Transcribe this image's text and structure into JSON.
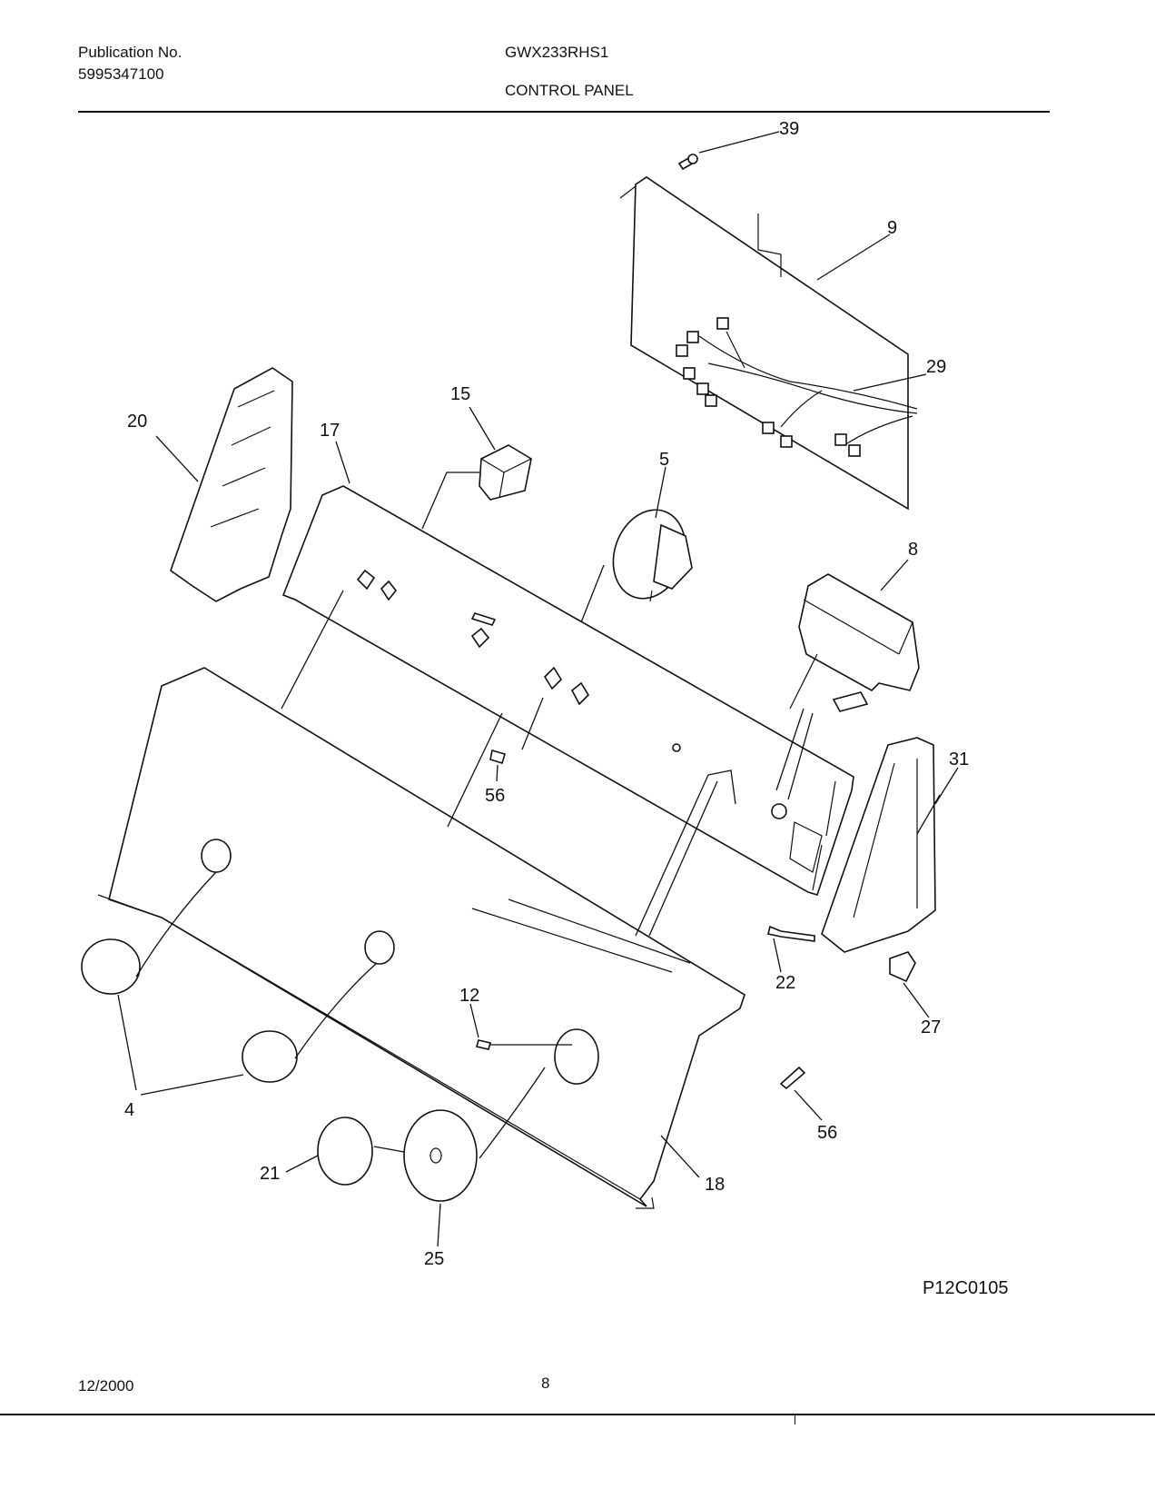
{
  "header": {
    "publication_label": "Publication No.",
    "publication_number": "5995347100",
    "model": "GWX233RHS1",
    "section_title": "CONTROL PANEL"
  },
  "figure_code": "P12C0105",
  "footer": {
    "date": "12/2000",
    "page_number": "8"
  },
  "callouts": [
    "39",
    "9",
    "29",
    "20",
    "15",
    "17",
    "5",
    "8",
    "31",
    "56",
    "22",
    "27",
    "12",
    "4",
    "21",
    "25",
    "18",
    "56"
  ]
}
